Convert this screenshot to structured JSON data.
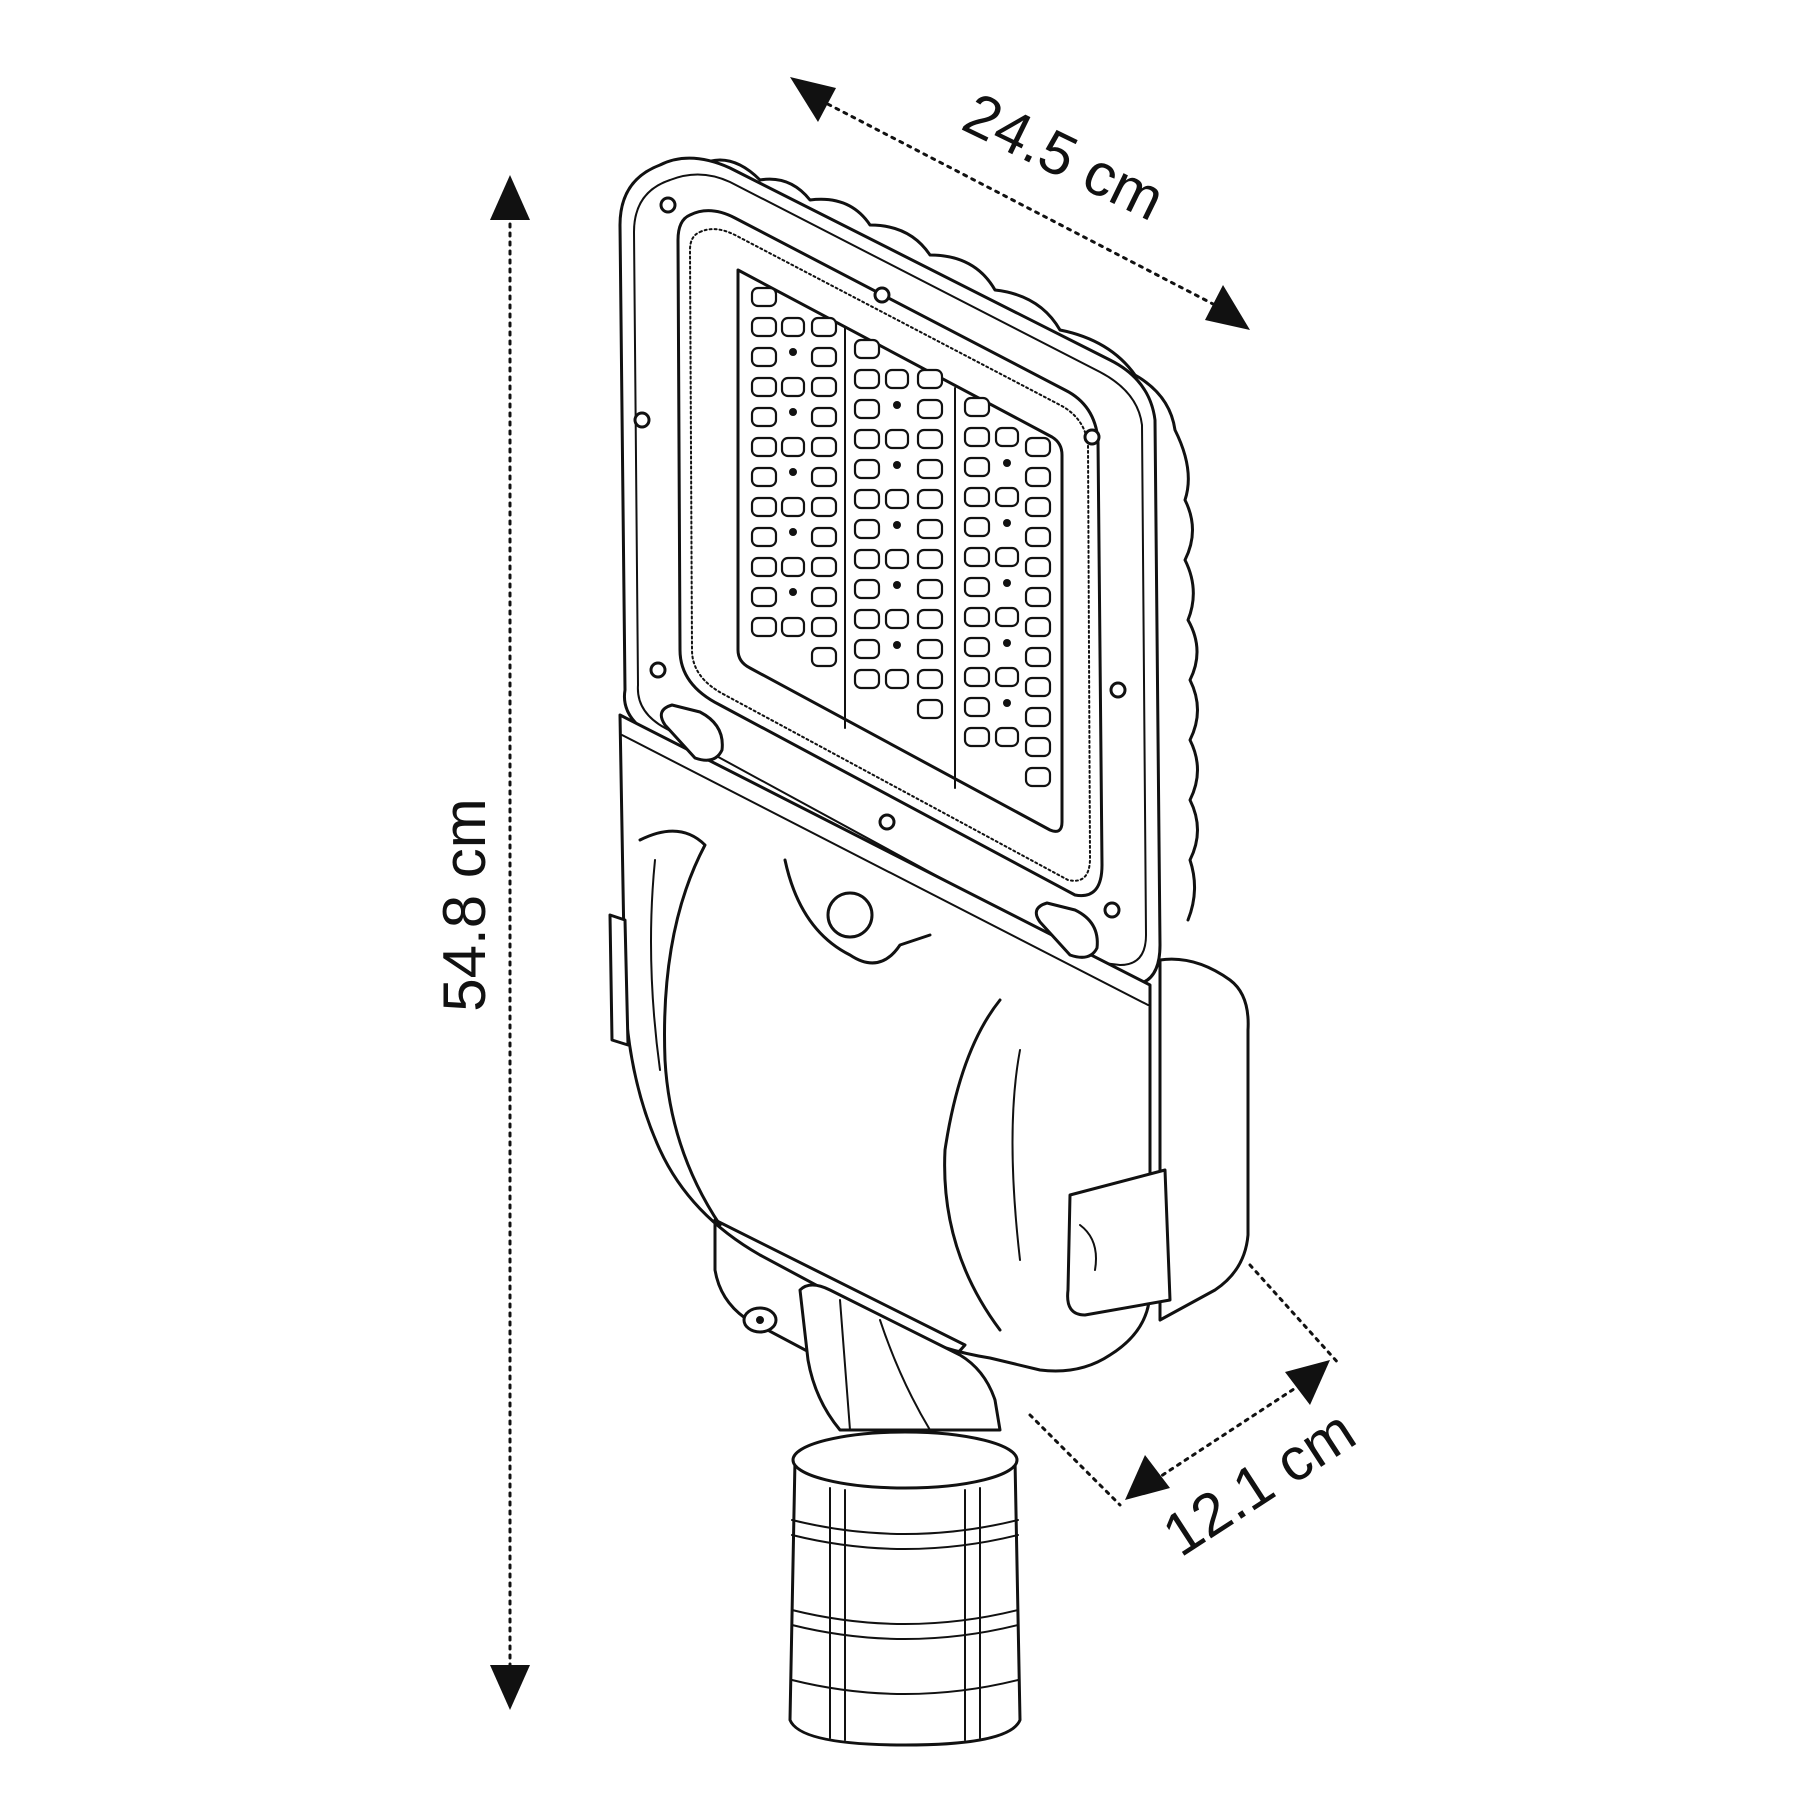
{
  "dimensions": {
    "width": "24.5 cm",
    "height": "54.8 cm",
    "depth": "12.1 cm"
  },
  "colors": {
    "line": "#111111",
    "background": "#ffffff"
  }
}
